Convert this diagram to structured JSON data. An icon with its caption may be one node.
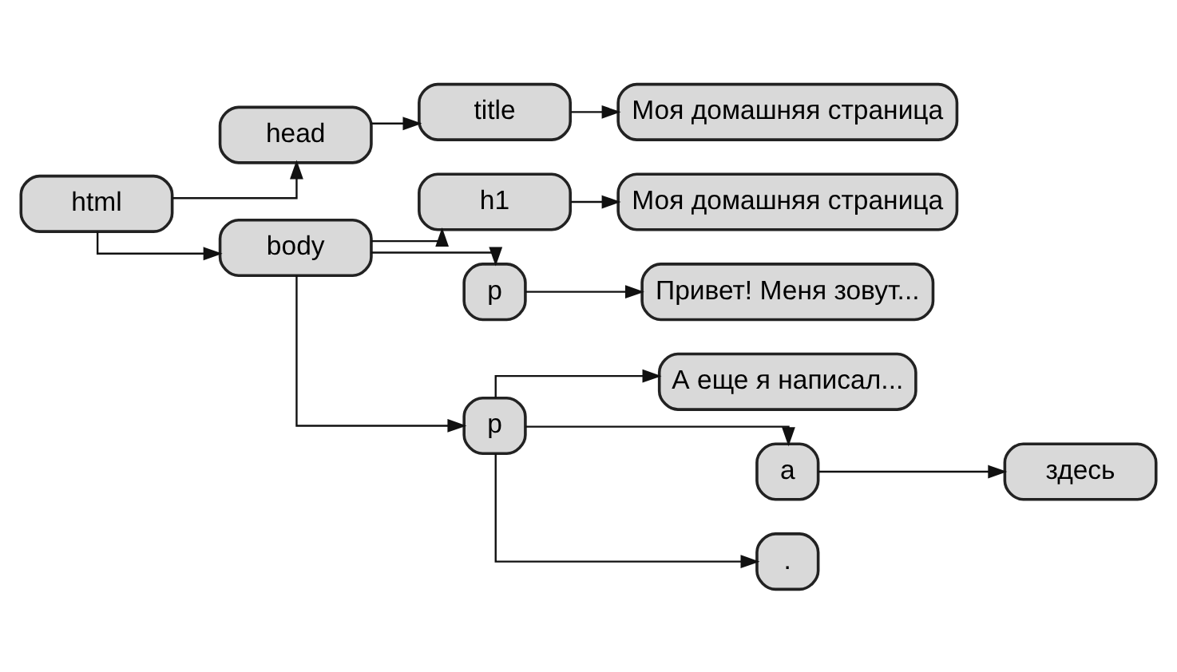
{
  "diagram": {
    "nodes": [
      {
        "text": [
          "html"
        ]
      },
      {
        "text": [
          "head"
        ]
      },
      {
        "text": [
          "title"
        ]
      },
      {
        "text": [
          "Моя домашняя страница"
        ]
      },
      {
        "text": [
          "body"
        ]
      },
      {
        "text": [
          "h1"
        ]
      },
      {
        "text": [
          "Моя домашняя страница"
        ]
      },
      {
        "text": [
          "p"
        ]
      },
      {
        "text": [
          "Привет! Меня зовут..."
        ]
      },
      {
        "text": [
          "p"
        ]
      },
      {
        "text": [
          "А еще я написал..."
        ]
      },
      {
        "text": [
          "a"
        ]
      },
      {
        "text": [
          "здесь"
        ]
      },
      {
        "text": [
          "."
        ]
      }
    ],
    "edges": [
      {
        "from": 0,
        "to": 1,
        "arrow": "to"
      },
      {
        "from": 1,
        "to": 2,
        "arrow": "to"
      },
      {
        "from": 2,
        "to": 3,
        "arrow": "to"
      },
      {
        "from": 0,
        "to": 4,
        "arrow": "to"
      },
      {
        "from": 4,
        "to": 5,
        "arrow": "to"
      },
      {
        "from": 5,
        "to": 6,
        "arrow": "to"
      },
      {
        "from": 4,
        "to": 7,
        "arrow": "to"
      },
      {
        "from": 7,
        "to": 8,
        "arrow": "to"
      },
      {
        "from": 4,
        "to": 9,
        "arrow": "to"
      },
      {
        "from": 9,
        "to": 10,
        "arrow": "to"
      },
      {
        "from": 9,
        "to": 11,
        "arrow": "to"
      },
      {
        "from": 11,
        "to": 12,
        "arrow": "to"
      },
      {
        "from": 9,
        "to": 13,
        "arrow": "to"
      }
    ]
  }
}
